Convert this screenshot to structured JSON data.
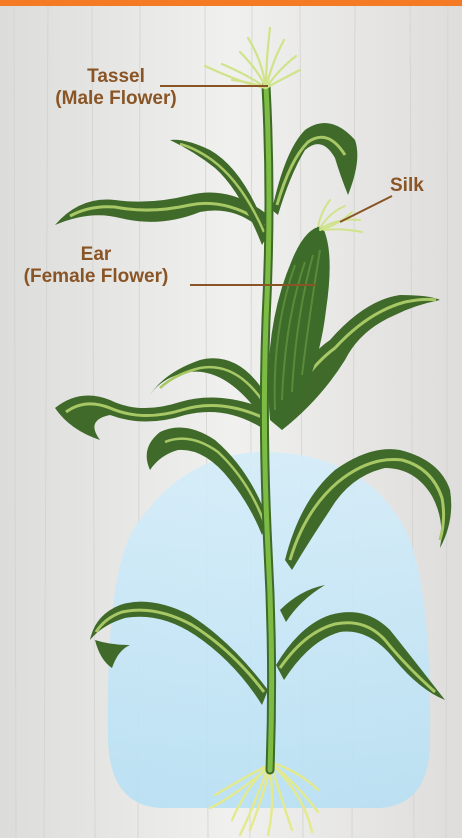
{
  "diagram": {
    "labels": {
      "tassel": "Tassel",
      "tassel_sub": "(Male Flower)",
      "silk": "Silk",
      "ear": "Ear",
      "ear_sub": "(Female Flower)"
    },
    "colors": {
      "background": "#e9e9e7",
      "top_bar": "#f47a24",
      "label_text": "#8a5526",
      "leader_line": "#8a5526",
      "leaf_dark": "#3f6a2a",
      "leaf_light": "#a8c765",
      "stalk": "#6aa83a",
      "ear_husk": "#3d6b2a",
      "silk": "#cfe48a",
      "roots": "#e4ea8c",
      "soil_glow": "#bfe4f6"
    }
  }
}
